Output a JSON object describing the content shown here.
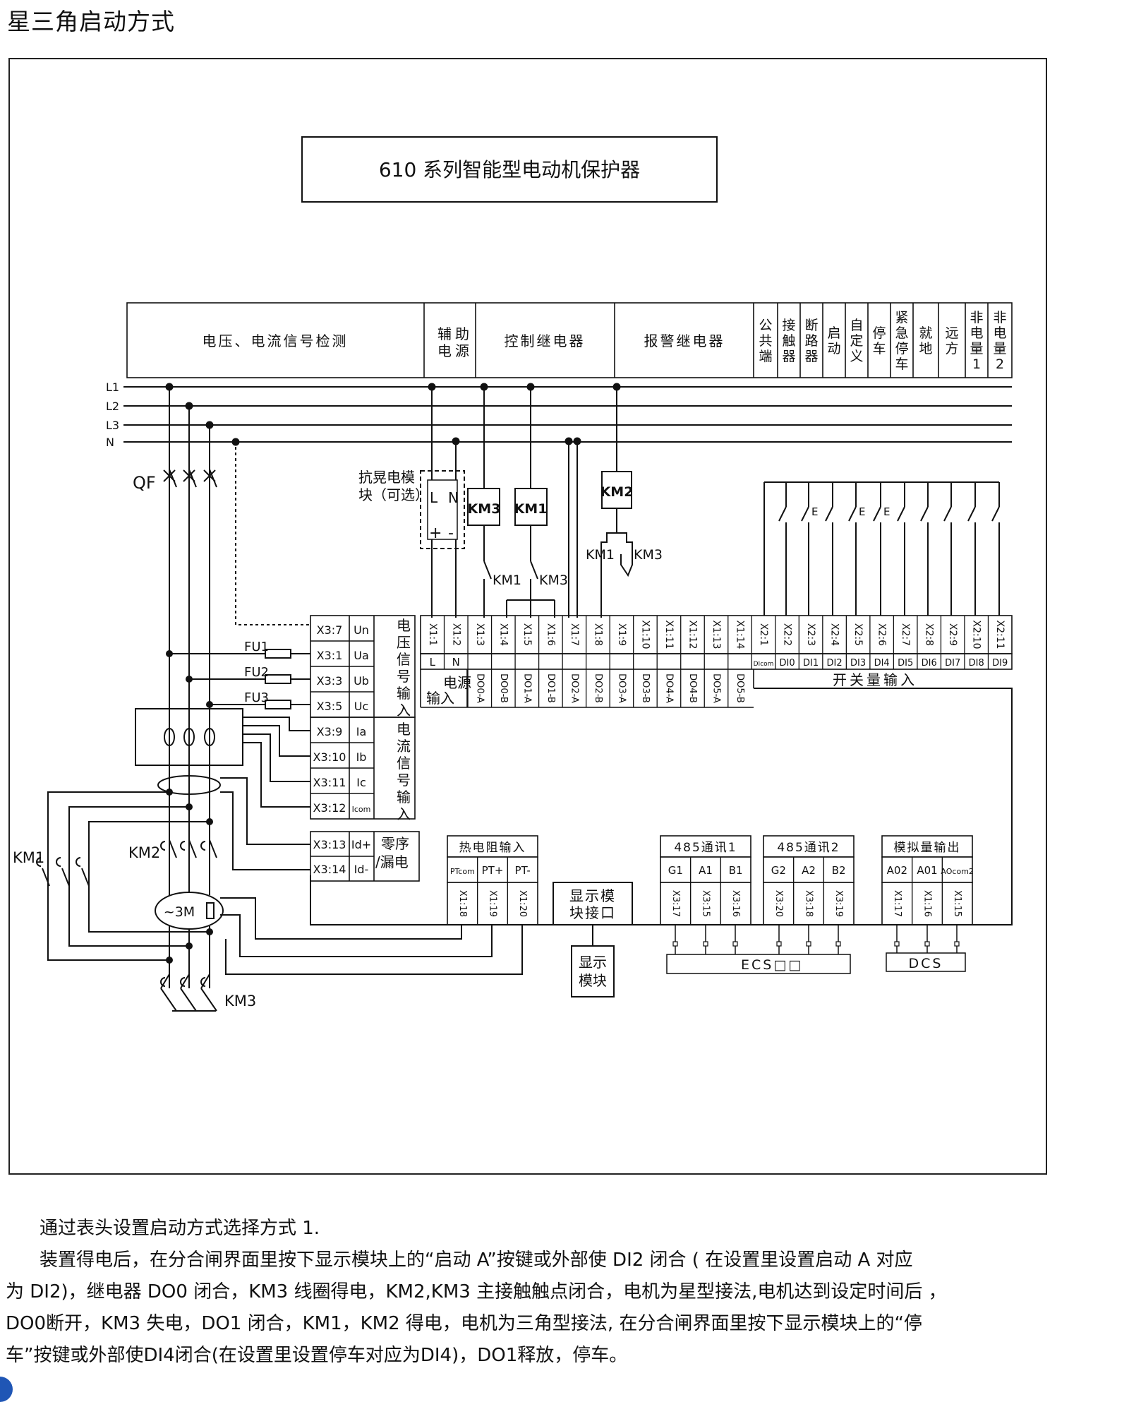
{
  "page_title": "星三角启动方式",
  "device_title": "610 系列智能型电动机保护器",
  "header": {
    "voltage_current": "电压、电流信号检测",
    "aux_power": "辅助电源",
    "control_relay": "控制继电器",
    "alarm_relay": "报警继电器",
    "di_columns": [
      "公共端",
      "接触器",
      "断路器",
      "启动",
      "自定义",
      "停车",
      "紧急停车",
      "就地",
      "远方",
      "非电量1",
      "非电量2"
    ]
  },
  "bus_labels": [
    "L1",
    "L2",
    "L3",
    "N"
  ],
  "qf_label": "QF",
  "anti_shake_label": [
    "抗晃电模",
    "块（可选）"
  ],
  "module_pins": {
    "L": "L",
    "N": "N",
    "plus": "+",
    "minus": "-"
  },
  "coils": [
    "KM3",
    "KM1",
    "KM2"
  ],
  "contacts": {
    "km1": "KM1",
    "km3": "KM3",
    "km1b": "KM1",
    "km3b": "KM3"
  },
  "fuses": [
    "FU1",
    "FU2",
    "FU3"
  ],
  "voltage_terms": [
    {
      "term": "X3:7",
      "sig": "Un"
    },
    {
      "term": "X3:1",
      "sig": "Ua"
    },
    {
      "term": "X3:3",
      "sig": "Ub"
    },
    {
      "term": "X3:5",
      "sig": "Uc"
    }
  ],
  "voltage_group": "电压信号输入",
  "current_terms": [
    {
      "term": "X3:9",
      "sig": "Ia"
    },
    {
      "term": "X3:10",
      "sig": "Ib"
    },
    {
      "term": "X3:11",
      "sig": "Ic"
    },
    {
      "term": "X3:12",
      "sig": "Icom"
    }
  ],
  "current_group": "电流信号输入",
  "zero_terms": [
    {
      "term": "X3:13",
      "sig": "Id+"
    },
    {
      "term": "X3:14",
      "sig": "Id-"
    }
  ],
  "zero_group": [
    "零序",
    "/漏电"
  ],
  "x1_terms": [
    "X1:1",
    "X1:2",
    "X1:3",
    "X1:4",
    "X1:5",
    "X1:6",
    "X1:7",
    "X1:8",
    "X1:9",
    "X1:10",
    "X1:11",
    "X1:12",
    "X1:13",
    "X1:14"
  ],
  "power_pins": [
    "L",
    "N"
  ],
  "power_label": [
    "电源",
    "输入"
  ],
  "do_labels": [
    "DO0-A",
    "DO0-B",
    "DO1-A",
    "DO1-B",
    "DO2-A",
    "DO2-B",
    "DO3-A",
    "DO3-B",
    "DO4-A",
    "DO4-B",
    "DO5-A",
    "DO5-B"
  ],
  "x2_terms": [
    "X2:1",
    "X2:2",
    "X2:3",
    "X2:4",
    "X2:5",
    "X2:6",
    "X2:7",
    "X2:8",
    "X2:9",
    "X2:10",
    "X2:11"
  ],
  "di_labels": [
    "DIcom",
    "DI0",
    "DI1",
    "DI2",
    "DI3",
    "DI4",
    "DI5",
    "DI6",
    "DI7",
    "DI8",
    "DI9"
  ],
  "di_group": "开关量输入",
  "switch_marks": [
    "E",
    "E",
    "E"
  ],
  "thermal": {
    "title": "热电阻输入",
    "pins": [
      "PTcom",
      "PT+",
      "PT-"
    ],
    "terms": [
      "X1:18",
      "X1:19",
      "X1:20"
    ]
  },
  "display_port": [
    "显示模",
    "块接口"
  ],
  "display_module": [
    "显示",
    "模块"
  ],
  "comm1": {
    "title": "485通讯1",
    "pins": [
      "G1",
      "A1",
      "B1"
    ],
    "terms": [
      "X3:17",
      "X3:15",
      "X3:16"
    ]
  },
  "comm2": {
    "title": "485通讯2",
    "pins": [
      "G2",
      "A2",
      "B2"
    ],
    "terms": [
      "X3:20",
      "X3:18",
      "X3:19"
    ]
  },
  "analog": {
    "title": "模拟量输出",
    "pins": [
      "A02",
      "A01",
      "AOcom2"
    ],
    "terms": [
      "X1:17",
      "X1:16",
      "X1:15"
    ]
  },
  "ecs_label": "ECS□□",
  "dcs_label": "DCS",
  "motor_label": "~3M",
  "km_labels": {
    "km1": "KM1",
    "km2": "KM2",
    "km3": "KM3"
  },
  "description": [
    "通过表头设置启动方式选择方式 1.",
    "装置得电后，在分合闸界面里按下显示模块上的“启动 A”按键或外部使 DI2 闭合 ( 在设置里设置启动 A 对应",
    "为 DI2)，继电器 DO0 闭合，KM3 线圈得电，KM2,KM3 主接触触点闭合，电机为星型接法,电机达到设定时间后 ，",
    "DO0断开，KM3 失电，DO1 闭合，KM1，KM2 得电，电机为三角型接法, 在分合闸界面里按下显示模块上的“停",
    "车”按键或外部使DI4闭合(在设置里设置停车对应为DI4)，DO1释放，停车。"
  ]
}
